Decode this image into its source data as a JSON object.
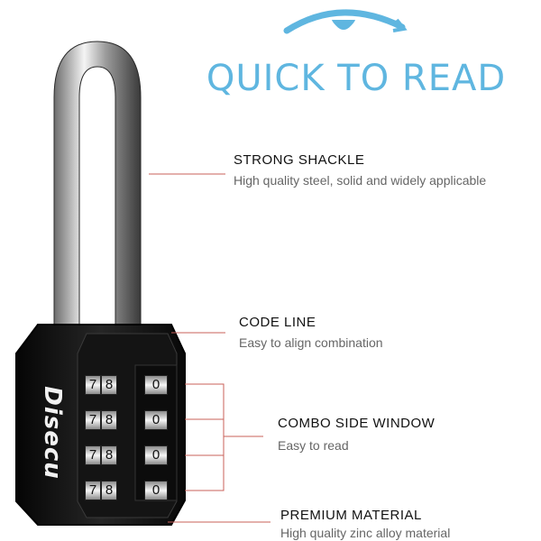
{
  "headline": "QUICK TO READ",
  "brand": "Disecu",
  "features": [
    {
      "title": "STRONG SHACKLE",
      "desc": "High quality steel, solid and widely applicable"
    },
    {
      "title": "CODE LINE",
      "desc": "Easy to align combination"
    },
    {
      "title": "COMBO SIDE WINDOW",
      "desc": "Easy to read"
    },
    {
      "title": "PREMIUM MATERIAL",
      "desc": "High quality zinc alloy material"
    }
  ],
  "dials": {
    "front": [
      [
        "7",
        "8"
      ],
      [
        "7",
        "8"
      ],
      [
        "7",
        "8"
      ],
      [
        "7",
        "8"
      ]
    ],
    "side": [
      "0",
      "0",
      "0",
      "0"
    ]
  },
  "colors": {
    "accent": "#5fb6e0",
    "callout_line": "#c9605a",
    "lock_body": "#111111"
  }
}
